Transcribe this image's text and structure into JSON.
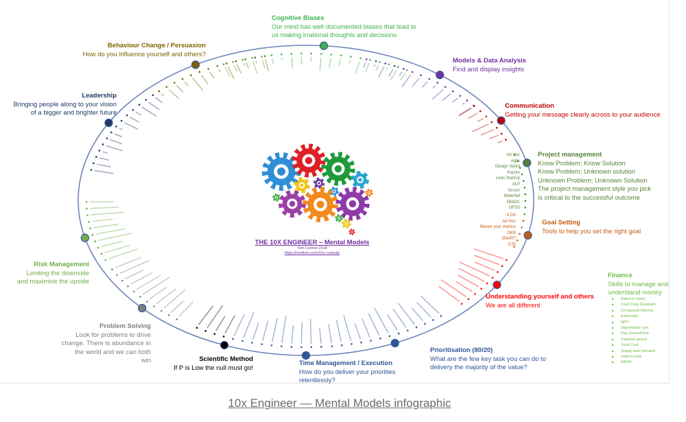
{
  "center": {
    "title": "THE 10X ENGINEER – Mental Models",
    "author": "Tom Connor 2018",
    "url": "https://medium.com/10x-curiosity"
  },
  "caption": "10x Engineer — Mental Models infographic",
  "categories": {
    "cognitive": {
      "title": "Cognitive Biases",
      "lines": [
        "Our mind has well documented biases that lead to",
        "us making irrational thoughts and decisions"
      ],
      "color": "#3cb44b"
    },
    "behaviour": {
      "title": "Behaviour Change / Persuasion",
      "lines": [
        "How do you influence yourself and others?"
      ],
      "color": "#7f6000"
    },
    "leadership": {
      "title": "Leadership",
      "lines": [
        "Bringing people along to your vision",
        "of a bigger and brighter future"
      ],
      "color": "#1f3864"
    },
    "models": {
      "title": "Models & Data Analysis",
      "lines": [
        "Find and display insights"
      ],
      "color": "#7030a0"
    },
    "communication": {
      "title": "Communication",
      "lines": [
        "Getting your message clearly across to your audience"
      ],
      "color": "#c00000"
    },
    "project": {
      "title": "Project management",
      "lines": [
        "Know Problem; Know Solution",
        "Know Problem; Unknown solution",
        "Unknown Problem; Unknown Solution",
        "The project management style you pick",
        "is critical to the successful outcome"
      ],
      "color": "#548235",
      "items": [
        "Ad Hoc",
        "Agile",
        "Design Sprint",
        "Kaizen",
        "Lean StartUp",
        "XLP",
        "Scrum",
        "Waterfall",
        "DMAIC",
        "DFSS"
      ]
    },
    "goal": {
      "title": "Goal Setting",
      "lines": [
        "Tools to help you set the right goal"
      ],
      "color": "#c55a11",
      "items": [
        "4 DX",
        "Ad Hoc",
        "Master your metrics",
        "OKR",
        "SMART",
        "STP"
      ]
    },
    "understanding": {
      "title": "Understanding yourself and others",
      "lines": [
        "We are all different"
      ],
      "color": "#ff0000"
    },
    "finance": {
      "title": "Finance",
      "lines": [
        "Skills to manage and",
        "understand money"
      ],
      "color": "#6dbb3f",
      "items": [
        "Balance sheet",
        "Cash Flow Quadrant",
        "Compound Interest",
        "Externality",
        "NPV",
        "Opportunity cost",
        "Pay yourself first",
        "Payback period",
        "Sunk Cost",
        "Supply and Demand",
        "Index Funds",
        "EBITA"
      ]
    },
    "prioritisation": {
      "title": "Prioritisation (80/20)",
      "lines": [
        "What are the few key task you can do to",
        "delivery the majority of the value?"
      ],
      "color": "#2f5597"
    },
    "time": {
      "title": "Time Management / Execution",
      "lines": [
        "How do you deliver your priorities",
        "relentlessly?"
      ],
      "color": "#2f5597"
    },
    "scientific": {
      "title": "Scientific Method",
      "lines": [
        "If P is Low the null must go!"
      ],
      "color": "#000000"
    },
    "problem": {
      "title": "Problem Solving",
      "lines": [
        "Look for problems to drive",
        "change. There is abundance in",
        "the world and we can both",
        "win"
      ],
      "color": "#7f7f7f"
    },
    "risk": {
      "title": "Risk Management",
      "lines": [
        "Limiting the downside",
        "and maximise the upside"
      ],
      "color": "#70ad47"
    }
  }
}
